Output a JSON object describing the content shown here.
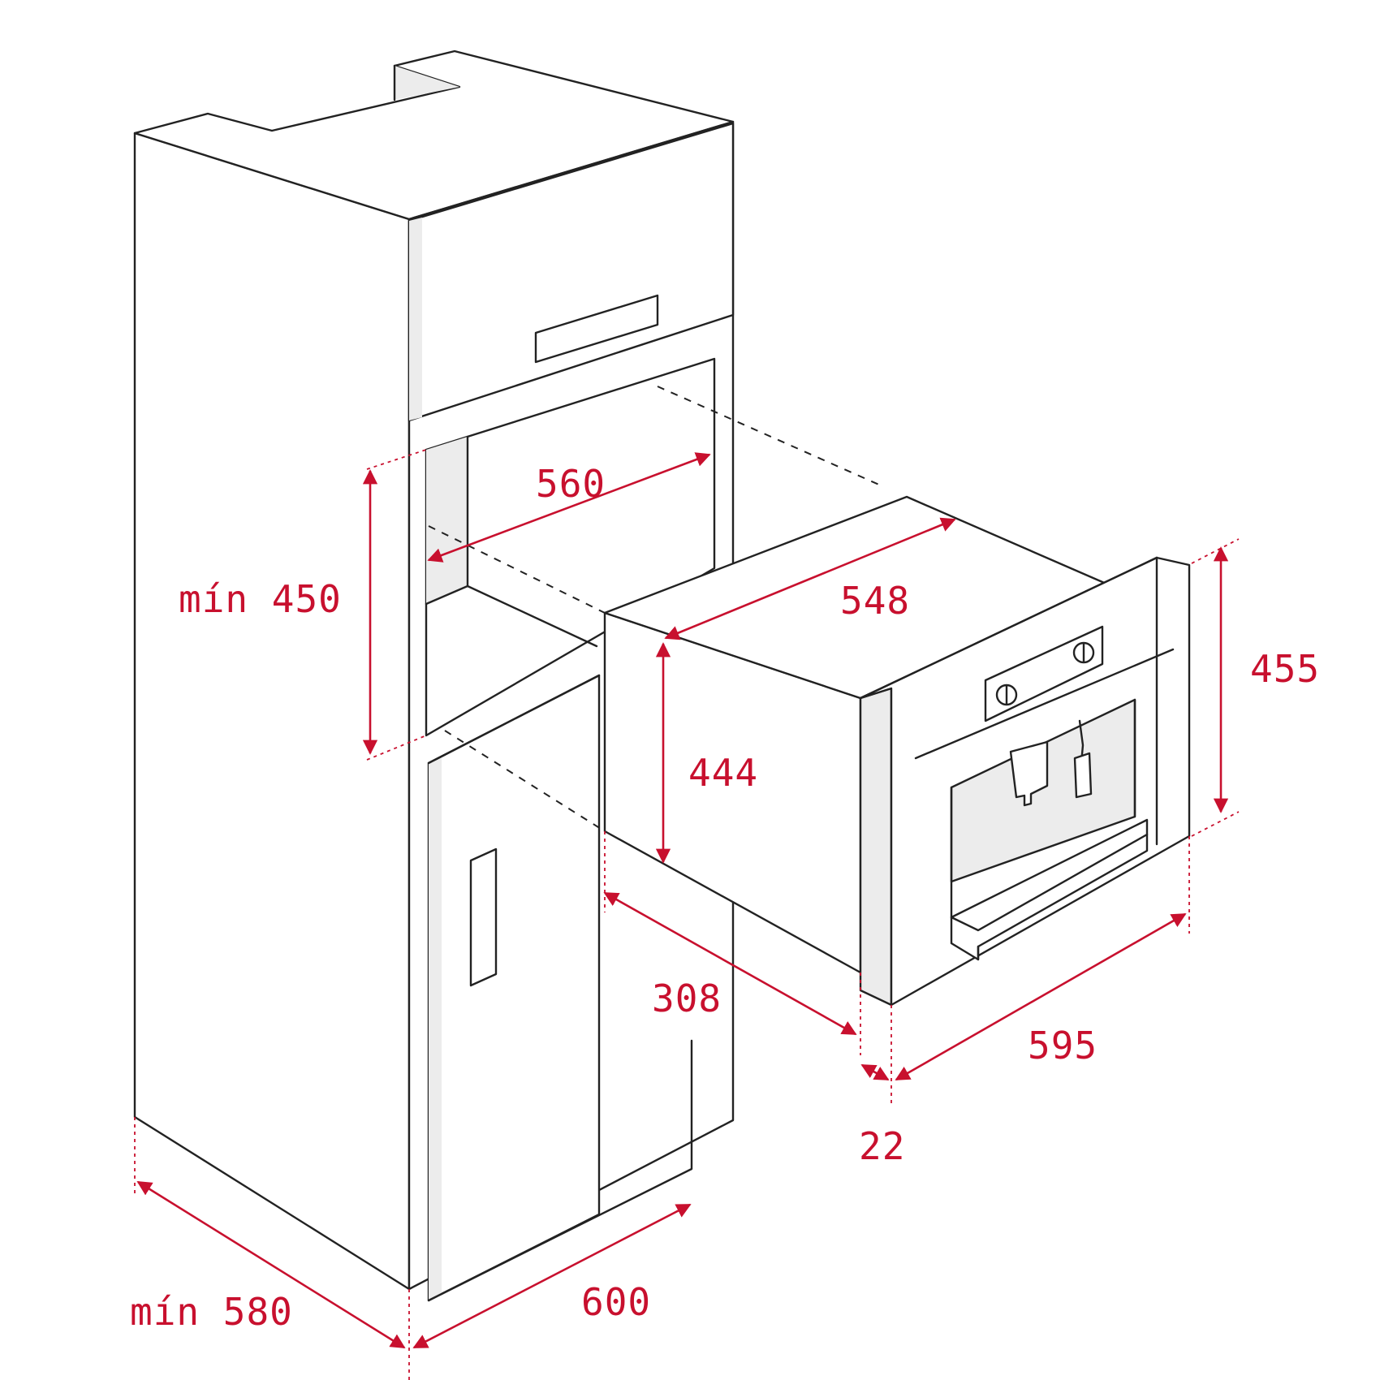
{
  "colors": {
    "line": "#222222",
    "dimension": "#c8102e",
    "shade": "#ececec"
  },
  "dimensions": {
    "niche_width": "560",
    "niche_height_min": "mín 450",
    "appliance_depth": "548",
    "appliance_body_height": "444",
    "appliance_front_height": "455",
    "body_depth": "308",
    "front_width": "595",
    "front_thickness": "22",
    "cabinet_depth_min": "mín 580",
    "cabinet_width": "600"
  }
}
